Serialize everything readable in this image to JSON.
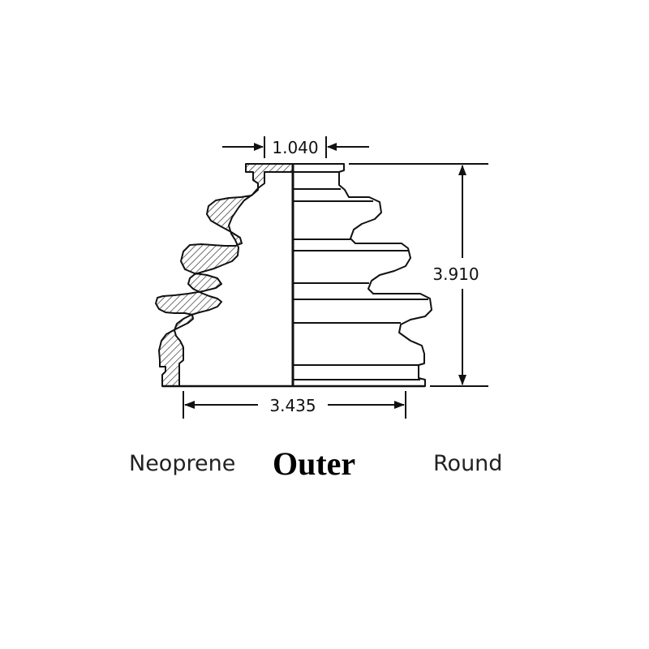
{
  "dimensions": {
    "top_width": "1.040",
    "height": "3.910",
    "bottom_width": "3.435"
  },
  "captions": {
    "material": "Neoprene",
    "position": "Outer",
    "shape": "Round"
  }
}
